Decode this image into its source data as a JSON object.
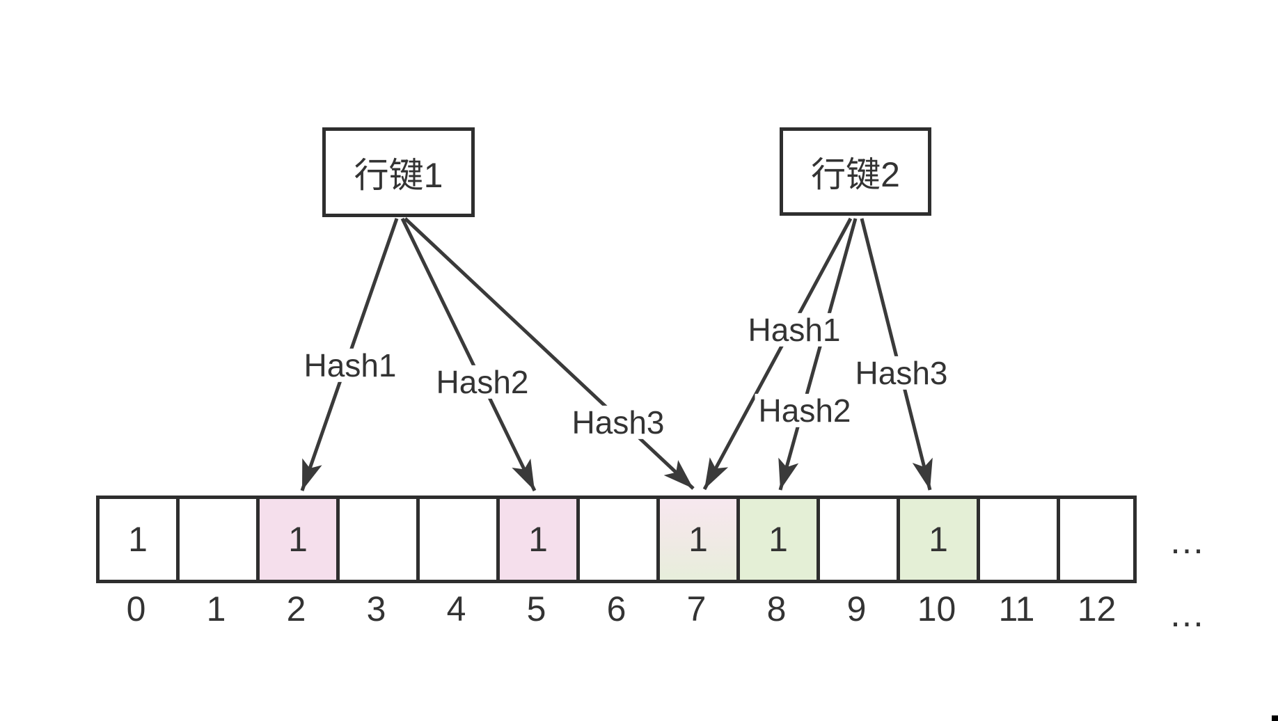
{
  "key_boxes": [
    {
      "label": "行键1"
    },
    {
      "label": "行键2"
    }
  ],
  "arrows": [
    {
      "source": "行键1",
      "label": "Hash1",
      "target_cell": 2
    },
    {
      "source": "行键1",
      "label": "Hash2",
      "target_cell": 5
    },
    {
      "source": "行键1",
      "label": "Hash3",
      "target_cell": 7
    },
    {
      "source": "行键2",
      "label": "Hash1",
      "target_cell": 7
    },
    {
      "source": "行键2",
      "label": "Hash2",
      "target_cell": 8
    },
    {
      "source": "行键2",
      "label": "Hash3",
      "target_cell": 10
    }
  ],
  "bit_array": {
    "cells": [
      {
        "index": "0",
        "value": "1",
        "color": "white"
      },
      {
        "index": "1",
        "value": "",
        "color": "white"
      },
      {
        "index": "2",
        "value": "1",
        "color": "pink"
      },
      {
        "index": "3",
        "value": "",
        "color": "white"
      },
      {
        "index": "4",
        "value": "",
        "color": "white"
      },
      {
        "index": "5",
        "value": "1",
        "color": "pink"
      },
      {
        "index": "6",
        "value": "",
        "color": "white"
      },
      {
        "index": "7",
        "value": "1",
        "color": "blend"
      },
      {
        "index": "8",
        "value": "1",
        "color": "green"
      },
      {
        "index": "9",
        "value": "",
        "color": "white"
      },
      {
        "index": "10",
        "value": "1",
        "color": "green"
      },
      {
        "index": "11",
        "value": "",
        "color": "white"
      },
      {
        "index": "12",
        "value": "",
        "color": "white"
      }
    ],
    "row_ellipsis": "…",
    "index_ellipsis": "…"
  },
  "colors": {
    "cell_pink": "#f5dfec",
    "cell_green": "#e4efd6",
    "cell_blend_top": "#f7e8ef",
    "cell_blend_bottom": "#e7eedb",
    "border": "#2e2e2e",
    "arrow_line": "#3a3a3a",
    "text": "#333333"
  }
}
